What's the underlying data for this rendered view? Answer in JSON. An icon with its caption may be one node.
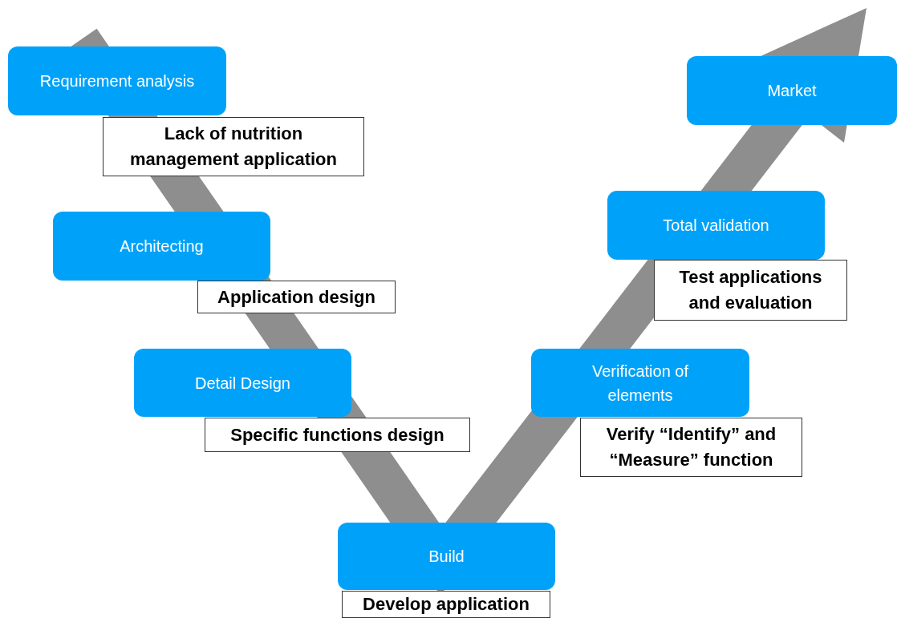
{
  "diagram": {
    "nodes": [
      {
        "text": [
          "Requirement analysis"
        ]
      },
      {
        "text": [
          "Architecting"
        ]
      },
      {
        "text": [
          "Detail Design"
        ]
      },
      {
        "text": [
          "Build"
        ]
      },
      {
        "text": [
          "Verification of elements"
        ]
      },
      {
        "text": [
          "Total validation"
        ]
      },
      {
        "text": [
          "Market"
        ]
      },
      {
        "text": [
          "Lack of nutrition management application"
        ]
      },
      {
        "text": [
          "Application design"
        ]
      },
      {
        "text": [
          "Specific functions design"
        ]
      },
      {
        "text": [
          "Develop application"
        ]
      },
      {
        "text": [
          "Test applications and evaluation"
        ]
      },
      {
        "text": [
          "Verify “Identify” and “Measure” function"
        ]
      }
    ]
  }
}
